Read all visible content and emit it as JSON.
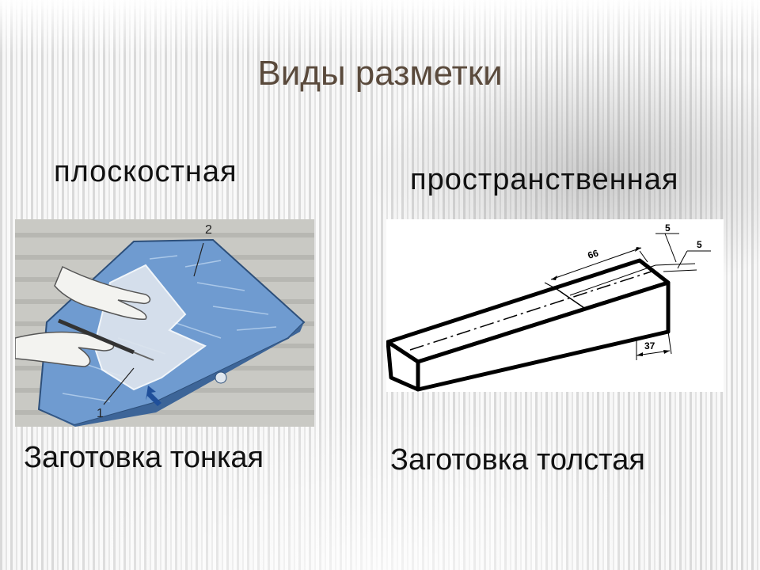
{
  "slide": {
    "title": "Виды разметки",
    "left": {
      "heading": "плоскостная",
      "caption": "Заготовка тонкая",
      "figure_labels": [
        "2",
        "1"
      ]
    },
    "right": {
      "heading": "пространственная",
      "caption": "Заготовка толстая",
      "dimension_labels": [
        "66",
        "5",
        "5",
        "37"
      ]
    }
  }
}
